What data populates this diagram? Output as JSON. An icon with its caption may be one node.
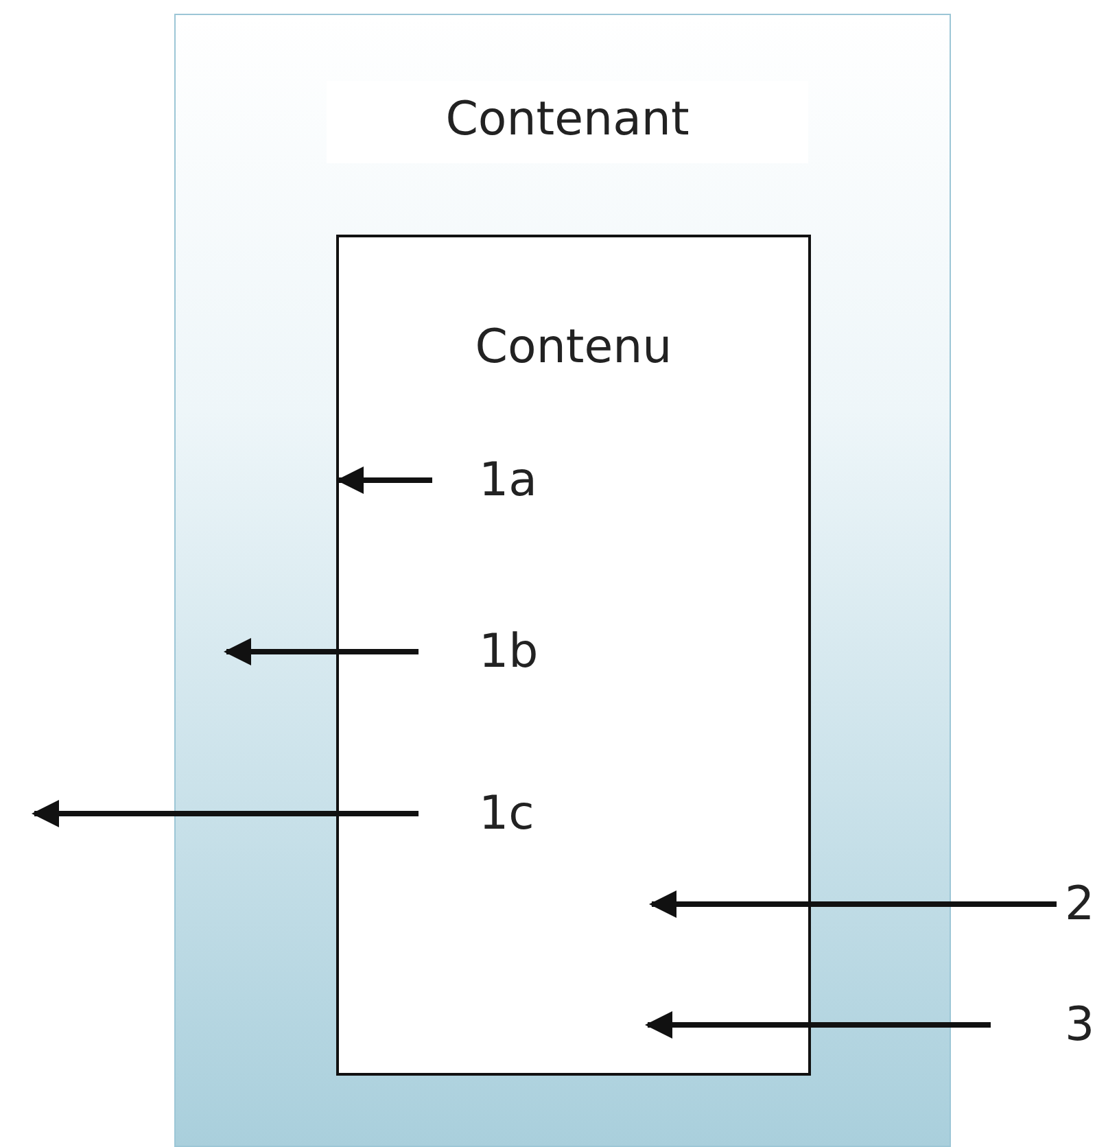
{
  "diagram": {
    "nodes": [
      {
        "text": [
          "Contenant"
        ]
      },
      {
        "text": [
          "Contenu"
        ],
        "in": 0
      },
      {
        "text": [
          "1a"
        ],
        "in": 1
      },
      {
        "text": [
          "1b"
        ],
        "in": 1
      },
      {
        "text": [
          "1c"
        ],
        "in": 1
      },
      {
        "text": [
          "2"
        ]
      },
      {
        "text": [
          "3"
        ]
      }
    ],
    "edges": [
      {
        "from": 2,
        "to": 1,
        "arrow": "to"
      },
      {
        "from": 3,
        "to": null,
        "arrow": "to"
      },
      {
        "from": 4,
        "to": null,
        "arrow": "to"
      },
      {
        "from": 5,
        "to": null,
        "arrow": "to"
      },
      {
        "from": 6,
        "to": null,
        "arrow": "to"
      }
    ]
  }
}
